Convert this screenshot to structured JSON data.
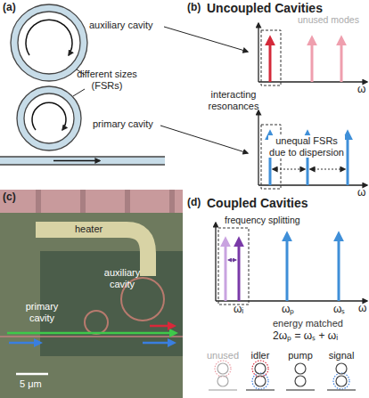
{
  "diagram": {
    "labels": [
      "(a)",
      "auxiliary cavity",
      "different sizes (FSRs)",
      "primary cavity",
      "(b)",
      "Uncoupled Cavities",
      "unused modes",
      "interacting resonances",
      "ω",
      "unequal FSRs due to dispersion",
      "ω",
      "(c)",
      "heater",
      "auxiliary cavity",
      "primary cavity",
      "5 μm",
      "(d)",
      "Coupled Cavities",
      "frequency splitting",
      "ωᵢ",
      "ωₚ",
      "ωₛ",
      "ω",
      "energy matched",
      "2ωₚ = ωₛ + ωᵢ",
      "unused",
      "idler",
      "pump",
      "signal"
    ]
  }
}
